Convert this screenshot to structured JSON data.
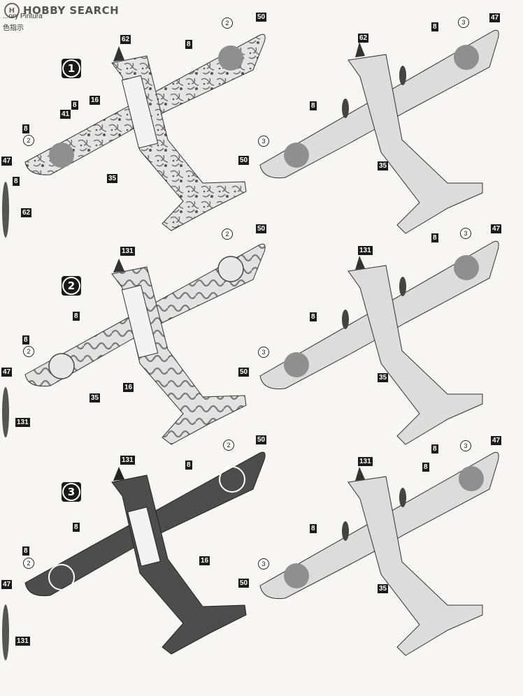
{
  "logo": {
    "brand": "HOBBY SEARCH",
    "mark_glyph": "H"
  },
  "header": {
    "subtitle": "...ory Pintura",
    "chinese": "色指示"
  },
  "schemes": [
    {
      "number": "1",
      "glyph": "1"
    },
    {
      "number": "2",
      "glyph": "2"
    },
    {
      "number": "3",
      "glyph": "3"
    }
  ],
  "callouts": {
    "c62": "62",
    "c50": "50",
    "c47": "47",
    "c41": "41",
    "c16": "16",
    "c35": "35",
    "c131": "131",
    "c8": "8",
    "c2": "2",
    "c3": "3"
  },
  "colors": {
    "camo_base": "#e4e4e4",
    "camo_pattern": "#6f6f6f",
    "dark_green": "#4d4d4d",
    "light_grey": "#dcdcdc",
    "hinomaru": "#8f8f8f"
  }
}
